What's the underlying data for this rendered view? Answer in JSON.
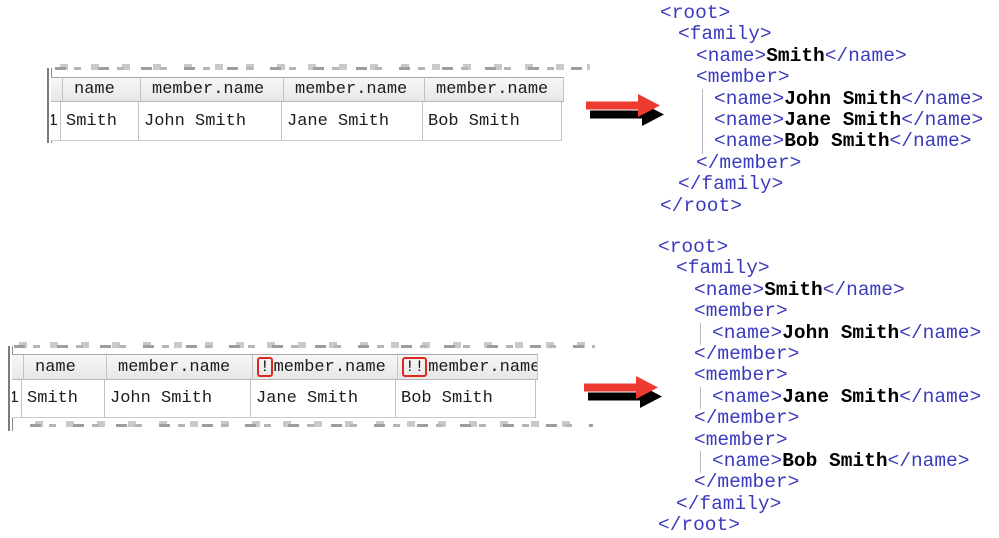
{
  "colors": {
    "xml_tag_blue": "#3b3bbd",
    "arrow_red": "#ee3b31",
    "alert_box_red": "#dd2a1f"
  },
  "grids": {
    "merged": {
      "row_number": "1",
      "headers": [
        {
          "prefix": "",
          "label": "name"
        },
        {
          "prefix": "",
          "label": "member.name"
        },
        {
          "prefix": "",
          "label": "member.name"
        },
        {
          "prefix": "",
          "label": "member.name"
        }
      ],
      "cells": [
        "Smith",
        "John Smith",
        "Jane Smith",
        "Bob Smith"
      ]
    },
    "split": {
      "row_number": "1",
      "headers": [
        {
          "prefix": "",
          "label": "name"
        },
        {
          "prefix": "",
          "label": "member.name"
        },
        {
          "prefix": "!",
          "label": "member.name"
        },
        {
          "prefix": "!!",
          "label": "member.name"
        }
      ],
      "cells": [
        "Smith",
        "John Smith",
        "Jane Smith",
        "Bob Smith"
      ]
    }
  },
  "xml": {
    "merged": {
      "lines": [
        {
          "indent": 0,
          "guide": false,
          "segments": [
            {
              "kind": "tag",
              "text": "<root>"
            }
          ]
        },
        {
          "indent": 1,
          "guide": false,
          "segments": [
            {
              "kind": "tag",
              "text": "<family>"
            }
          ]
        },
        {
          "indent": 2,
          "guide": false,
          "segments": [
            {
              "kind": "tag",
              "text": "<name>"
            },
            {
              "kind": "text",
              "text": "Smith"
            },
            {
              "kind": "tag",
              "text": "</name>"
            }
          ]
        },
        {
          "indent": 2,
          "guide": false,
          "segments": [
            {
              "kind": "tag",
              "text": "<member>"
            }
          ]
        },
        {
          "indent": 3,
          "guide": true,
          "segments": [
            {
              "kind": "tag",
              "text": "<name>"
            },
            {
              "kind": "text",
              "text": "John Smith"
            },
            {
              "kind": "tag",
              "text": "</name>"
            }
          ]
        },
        {
          "indent": 3,
          "guide": true,
          "segments": [
            {
              "kind": "tag",
              "text": "<name>"
            },
            {
              "kind": "text",
              "text": "Jane Smith"
            },
            {
              "kind": "tag",
              "text": "</name>"
            }
          ]
        },
        {
          "indent": 3,
          "guide": true,
          "segments": [
            {
              "kind": "tag",
              "text": "<name>"
            },
            {
              "kind": "text",
              "text": "Bob Smith"
            },
            {
              "kind": "tag",
              "text": "</name>"
            }
          ]
        },
        {
          "indent": 2,
          "guide": false,
          "segments": [
            {
              "kind": "tag",
              "text": "</member>"
            }
          ]
        },
        {
          "indent": 1,
          "guide": false,
          "segments": [
            {
              "kind": "tag",
              "text": "</family>"
            }
          ]
        },
        {
          "indent": 0,
          "guide": false,
          "segments": [
            {
              "kind": "tag",
              "text": "</root>"
            }
          ]
        }
      ]
    },
    "split": {
      "lines": [
        {
          "indent": 0,
          "guide": false,
          "segments": [
            {
              "kind": "tag",
              "text": "<root>"
            }
          ]
        },
        {
          "indent": 1,
          "guide": false,
          "segments": [
            {
              "kind": "tag",
              "text": "<family>"
            }
          ]
        },
        {
          "indent": 2,
          "guide": false,
          "segments": [
            {
              "kind": "tag",
              "text": "<name>"
            },
            {
              "kind": "text",
              "text": "Smith"
            },
            {
              "kind": "tag",
              "text": "</name>"
            }
          ]
        },
        {
          "indent": 2,
          "guide": false,
          "segments": [
            {
              "kind": "tag",
              "text": "<member>"
            }
          ]
        },
        {
          "indent": 3,
          "guide": true,
          "segments": [
            {
              "kind": "tag",
              "text": "<name>"
            },
            {
              "kind": "text",
              "text": "John Smith"
            },
            {
              "kind": "tag",
              "text": "</name>"
            }
          ]
        },
        {
          "indent": 2,
          "guide": false,
          "segments": [
            {
              "kind": "tag",
              "text": "</member>"
            }
          ]
        },
        {
          "indent": 2,
          "guide": false,
          "segments": [
            {
              "kind": "tag",
              "text": "<member>"
            }
          ]
        },
        {
          "indent": 3,
          "guide": true,
          "segments": [
            {
              "kind": "tag",
              "text": "<name>"
            },
            {
              "kind": "text",
              "text": "Jane Smith"
            },
            {
              "kind": "tag",
              "text": "</name>"
            }
          ]
        },
        {
          "indent": 2,
          "guide": false,
          "segments": [
            {
              "kind": "tag",
              "text": "</member>"
            }
          ]
        },
        {
          "indent": 2,
          "guide": false,
          "segments": [
            {
              "kind": "tag",
              "text": "<member>"
            }
          ]
        },
        {
          "indent": 3,
          "guide": true,
          "segments": [
            {
              "kind": "tag",
              "text": "<name>"
            },
            {
              "kind": "text",
              "text": "Bob Smith"
            },
            {
              "kind": "tag",
              "text": "</name>"
            }
          ]
        },
        {
          "indent": 2,
          "guide": false,
          "segments": [
            {
              "kind": "tag",
              "text": "</member>"
            }
          ]
        },
        {
          "indent": 1,
          "guide": false,
          "segments": [
            {
              "kind": "tag",
              "text": "</family>"
            }
          ]
        },
        {
          "indent": 0,
          "guide": false,
          "segments": [
            {
              "kind": "tag",
              "text": "</root>"
            }
          ]
        }
      ]
    }
  }
}
